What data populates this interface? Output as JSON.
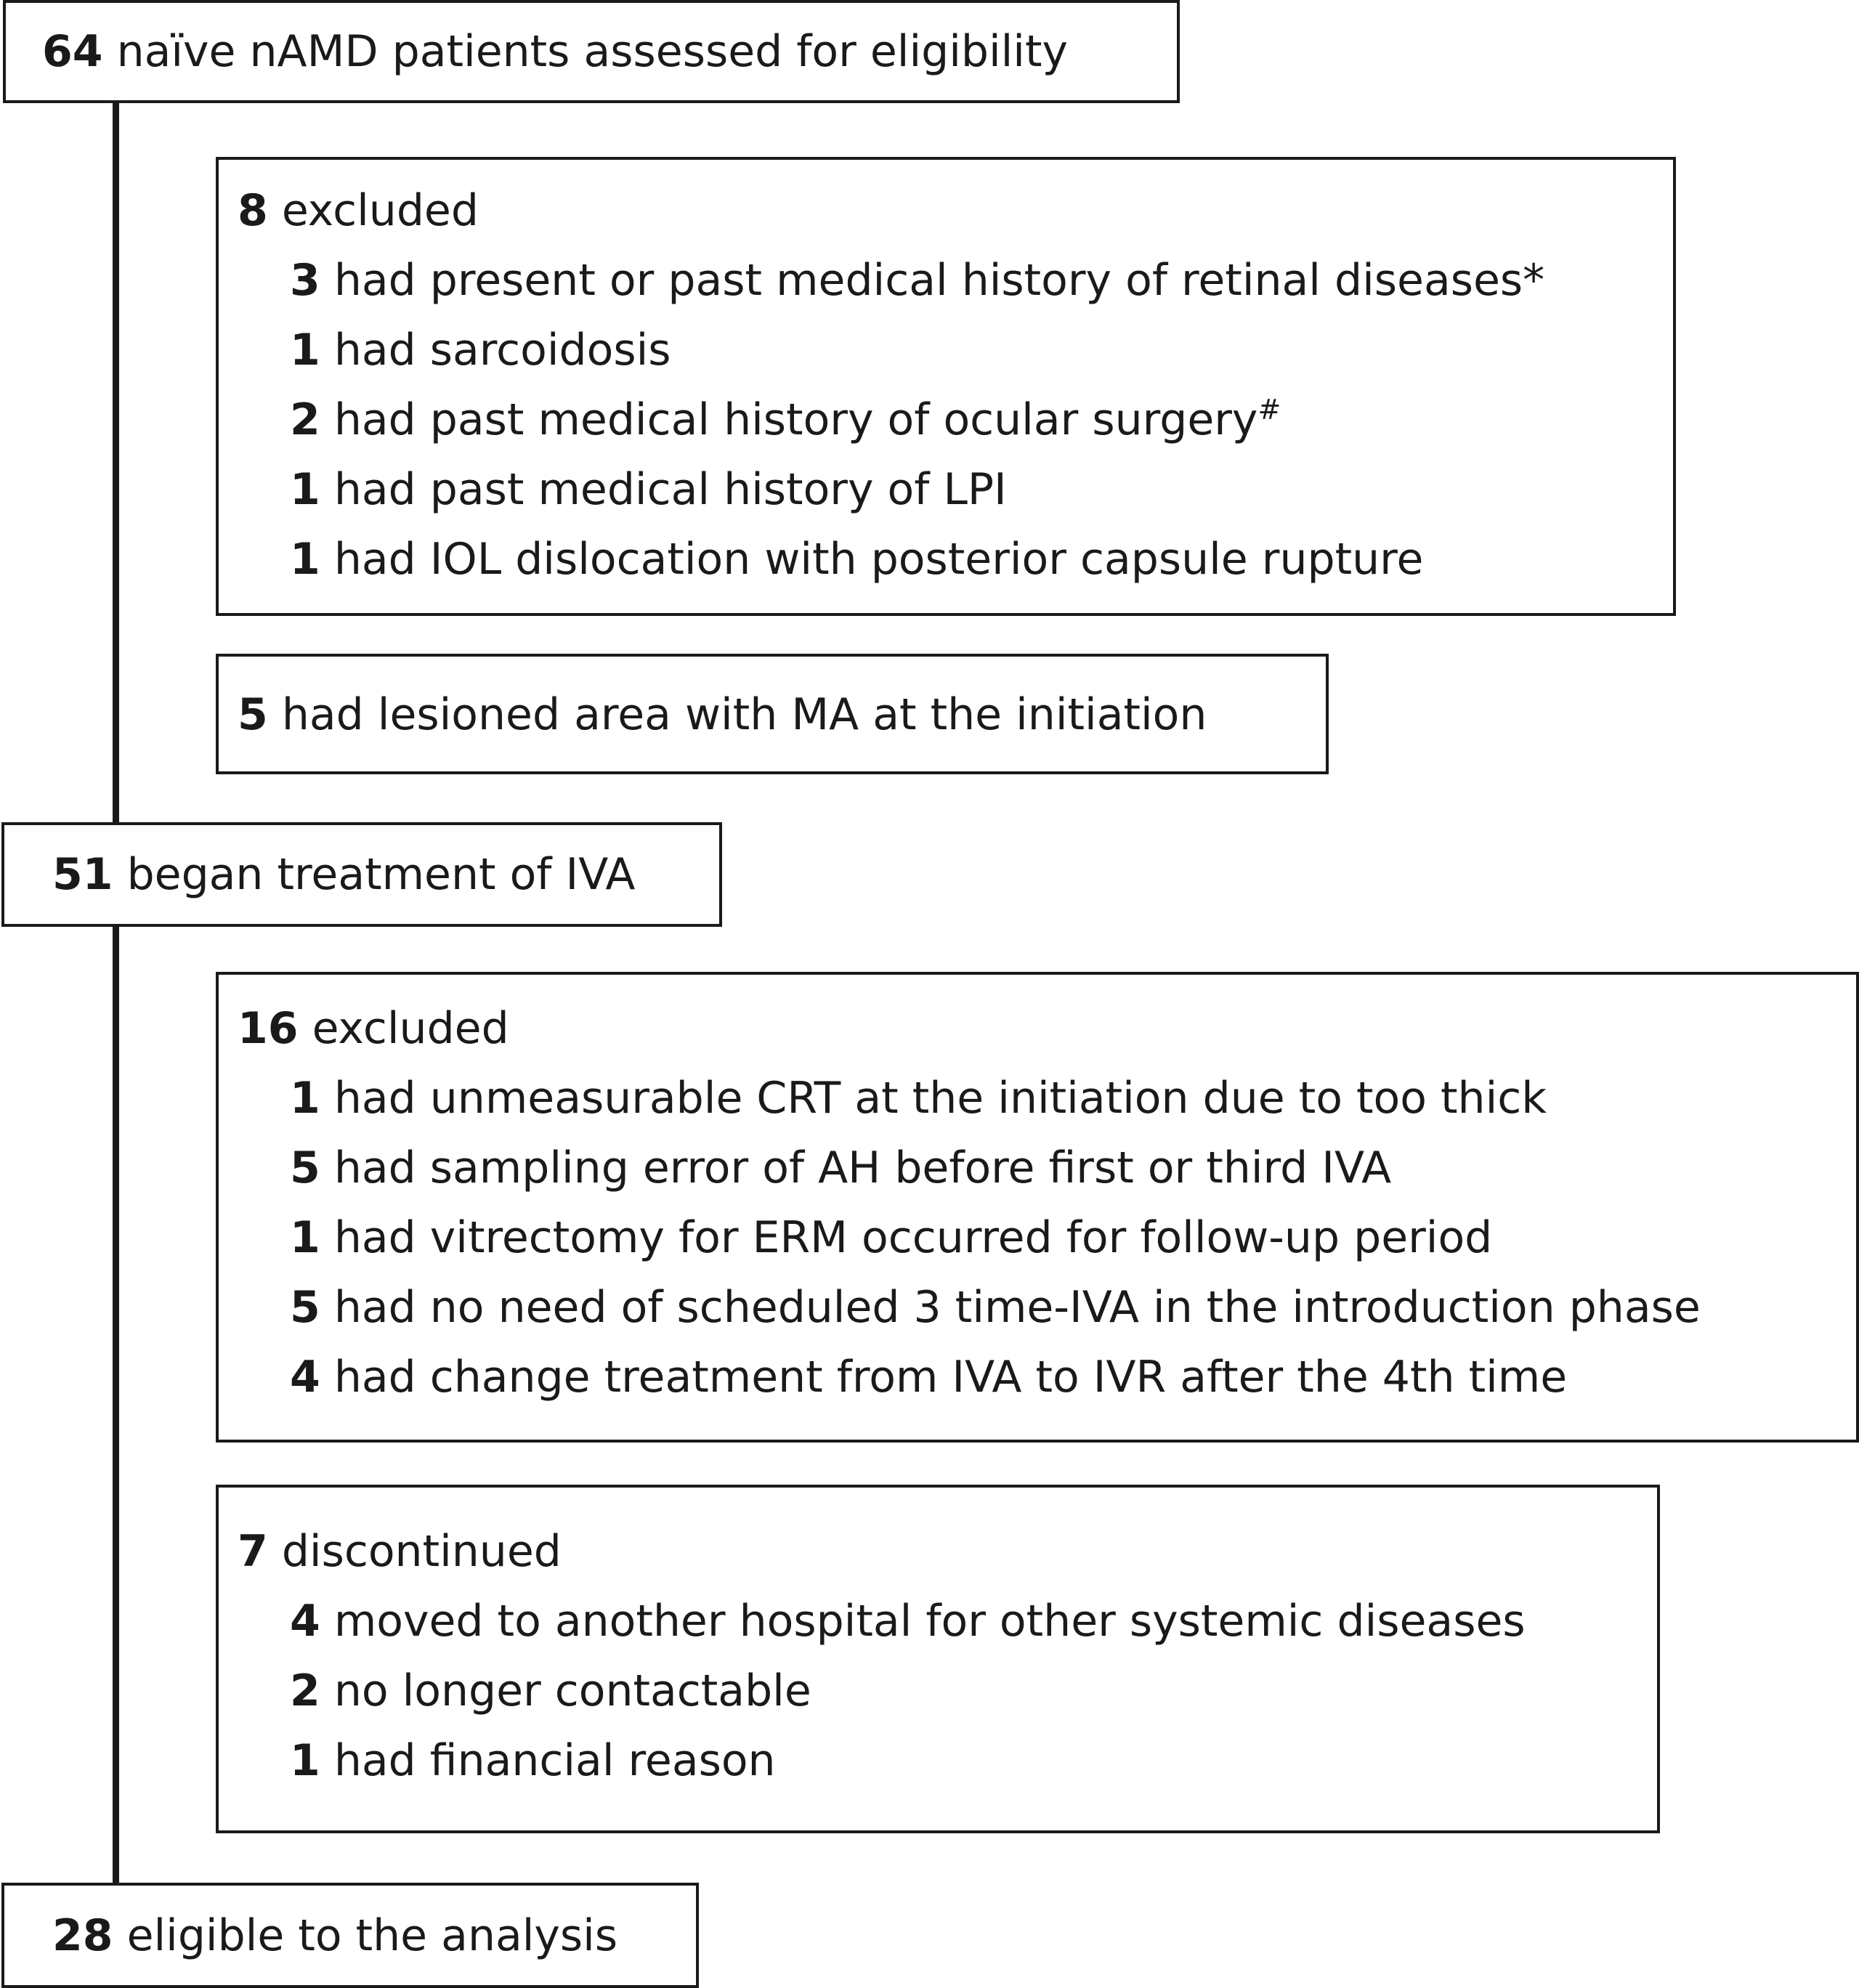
{
  "stages": [
    {
      "count": "64",
      "label": " naïve nAMD patients assessed for eligibility"
    },
    {
      "count": "51",
      "label": " began treatment of IVA"
    },
    {
      "count": "28",
      "label": " eligible to the analysis"
    }
  ],
  "exclusion_1": {
    "heading": {
      "count": "8",
      "label": " excluded"
    },
    "items": [
      {
        "count": "3",
        "label": " had present or past medical history of retinal diseases*"
      },
      {
        "count": "1",
        "label": " had sarcoidosis"
      },
      {
        "count": "2",
        "label": " had past medical history of ocular surgery",
        "sup": "#"
      },
      {
        "count": "1",
        "label": " had past medical history of LPI"
      },
      {
        "count": "1",
        "label": " had IOL dislocation with posterior capsule rupture"
      }
    ]
  },
  "exclusion_2": {
    "count": "5",
    "label": " had lesioned area with MA at the initiation"
  },
  "exclusion_3": {
    "heading": {
      "count": "16",
      "label": " excluded"
    },
    "items": [
      {
        "count": "1",
        "label": " had unmeasurable CRT at the initiation due to too thick"
      },
      {
        "count": "5",
        "label": " had sampling error of AH before first or third IVA"
      },
      {
        "count": "1",
        "label": " had vitrectomy for ERM occurred for follow-up period"
      },
      {
        "count": "5",
        "label": " had no need of scheduled 3 time-IVA in the introduction phase"
      },
      {
        "count": "4",
        "label": " had change treatment from IVA to IVR after the 4th time"
      }
    ]
  },
  "discontinued": {
    "heading": {
      "count": "7",
      "label": " discontinued"
    },
    "items": [
      {
        "count": "4",
        "label": " moved to another hospital for other systemic diseases"
      },
      {
        "count": "2",
        "label": " no longer contactable"
      },
      {
        "count": "1",
        "label": " had financial reason"
      }
    ]
  }
}
